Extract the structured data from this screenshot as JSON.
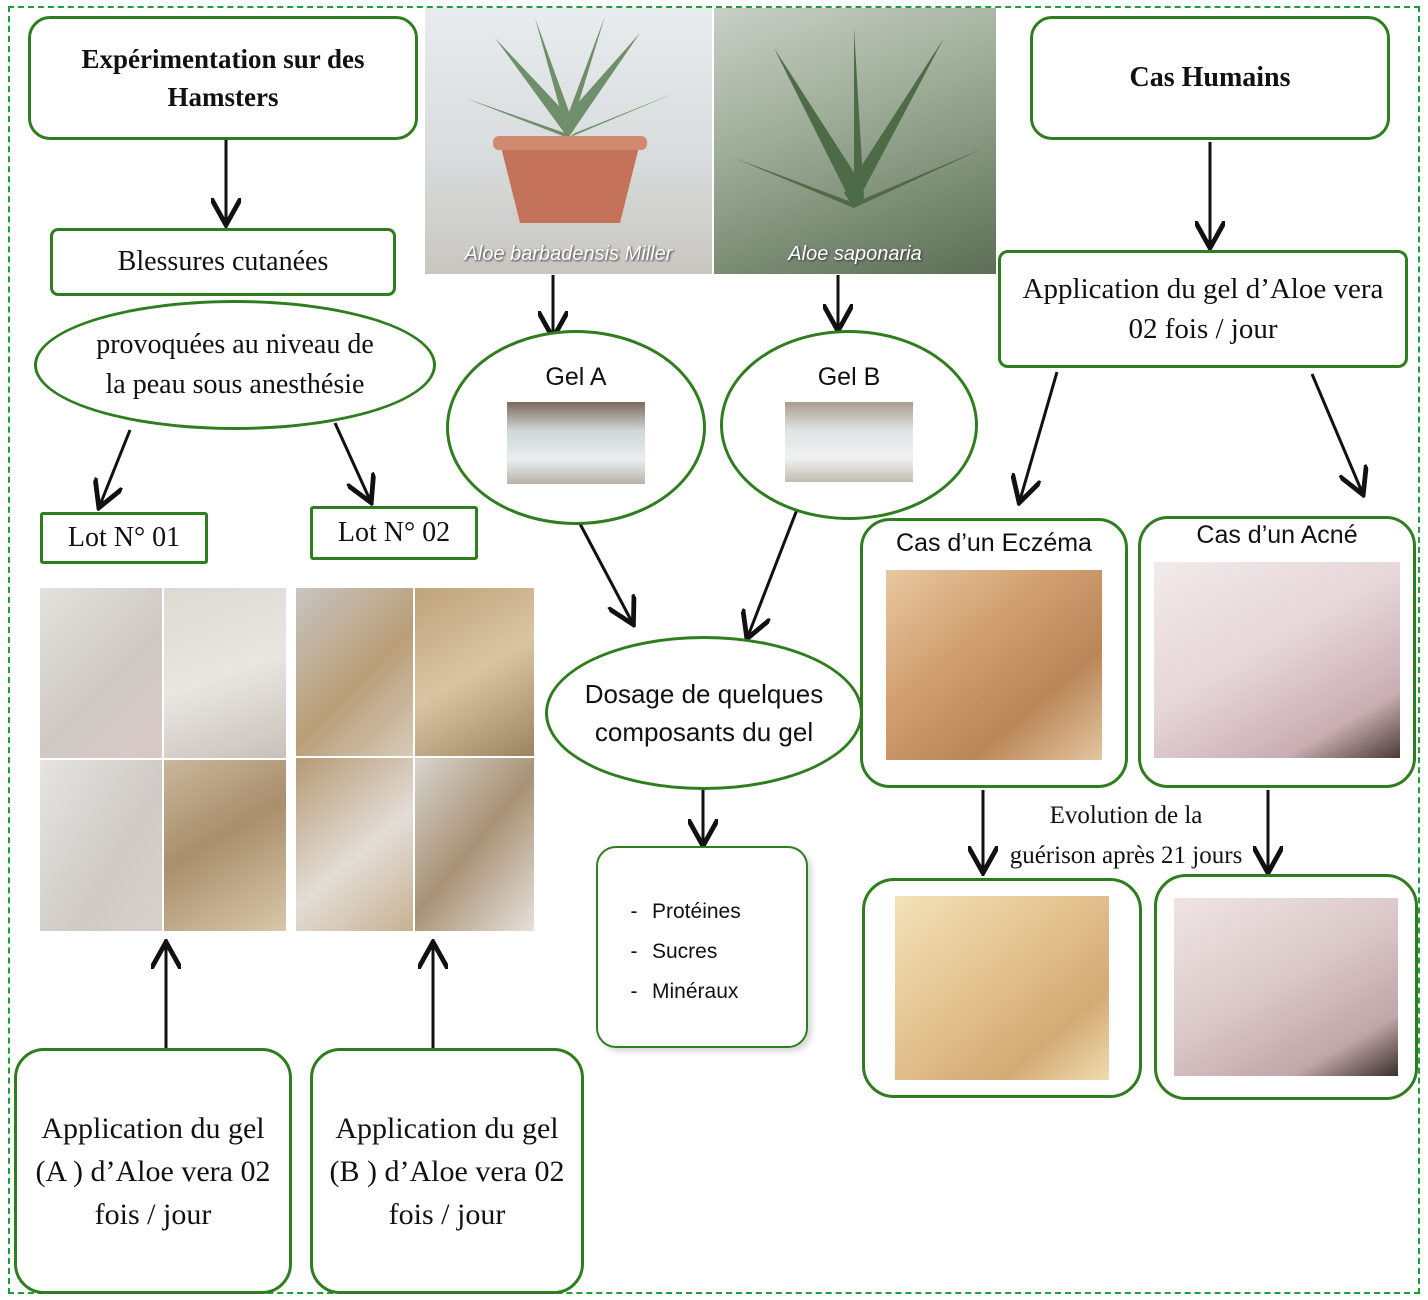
{
  "hamster": {
    "title": "Expérimentation sur des Hamsters",
    "wounds": "Blessures cutanées",
    "wounds_detail": "provoquées au niveau de la peau sous anesthésie",
    "lot1": "Lot N° 01",
    "lot2": "Lot N° 02",
    "app_a": "Application du gel (A ) d’Aloe vera 02 fois / jour",
    "app_b": "Application du gel (B ) d’Aloe vera 02 fois / jour"
  },
  "plants": {
    "plant_a_caption": "Aloe barbadensis Miller",
    "plant_b_caption": "Aloe saponaria",
    "gel_a": "Gel A",
    "gel_b": "Gel B",
    "dosage": "Dosage de quelques composants du gel",
    "components": [
      "Protéines",
      "Sucres",
      "Minéraux"
    ]
  },
  "human": {
    "title": "Cas Humains",
    "application": "Application du gel d’Aloe vera 02 fois / jour",
    "eczema": "Cas d’un Eczéma",
    "acne": "Cas d’un Acné",
    "evolution_line1": "Evolution de la",
    "evolution_line2": "guérison après 21 jours"
  },
  "colors": {
    "border_green": "#2e7d1e",
    "frame_green": "#1e9e3a"
  }
}
